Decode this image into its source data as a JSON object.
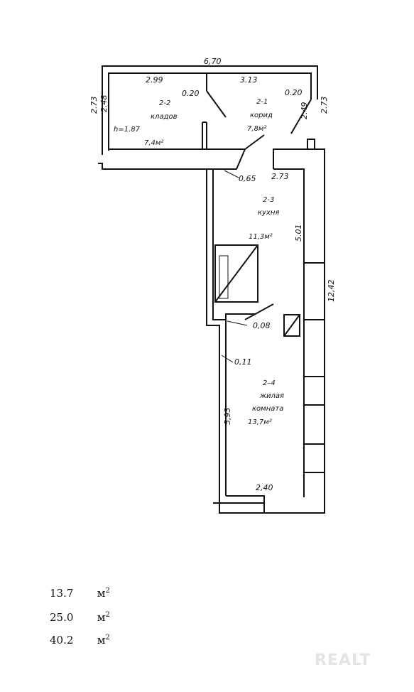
{
  "plan": {
    "dimensions": {
      "total_width": "6,70",
      "storage_width": "2.99",
      "corridor_width": "3.13",
      "door_storage": "0.20",
      "door_corridor": "0.20",
      "left_outer": "2.73",
      "left_inner": "2.48",
      "right_inner": "2.49",
      "right_outer": "2.73",
      "kitchen_top": "2.73",
      "wall_065": "0,65",
      "kitchen_height": "5.01",
      "total_height": "12,42",
      "wall_008": "0,08",
      "wall_011": "0,11",
      "room_height": "5,93",
      "room_width": "2,40"
    },
    "rooms": {
      "storage": {
        "number": "2-2",
        "name": "кладов",
        "height": "h=1.87",
        "area": "7,4м²"
      },
      "corridor": {
        "number": "2-1",
        "name": "корид",
        "area": "7,8м²"
      },
      "kitchen": {
        "number": "2-3",
        "name": "кухня",
        "area": "11,3м²"
      },
      "living": {
        "number": "2–4",
        "name_line1": "жилая",
        "name_line2": "комната",
        "area": "13,7м²"
      }
    }
  },
  "summary": [
    {
      "value": "13.7",
      "unit": "м",
      "exp": "2"
    },
    {
      "value": "25.0",
      "unit": "м",
      "exp": "2"
    },
    {
      "value": "40.2",
      "unit": "м",
      "exp": "2"
    }
  ],
  "watermark": "REALT"
}
